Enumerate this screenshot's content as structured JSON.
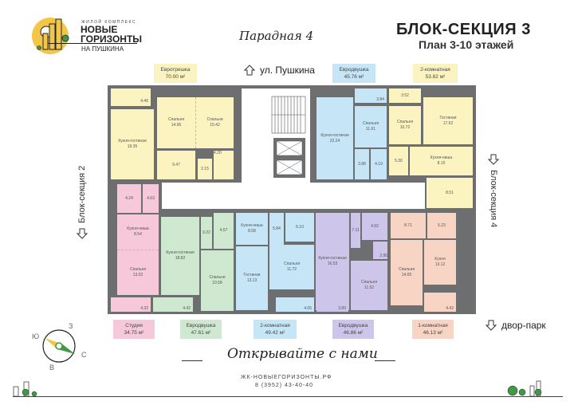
{
  "logo": {
    "small": "ЖИЛОЙ КОМПЛЕКС",
    "title_line1": "НОВЫЕ",
    "title_line2": "ГОРИЗОНТЫ",
    "subtitle": "НА ПУШКИНА"
  },
  "header": {
    "entrance": "Парадная 4",
    "block_title": "БЛОК-СЕКЦИЯ 3",
    "plan": "План 3-10 этажей"
  },
  "orientation": {
    "top_street": "ул. Пушкина",
    "bottom": "двор-парк",
    "left_section": "Блок-секция 2",
    "right_section": "Блок-секция 4"
  },
  "colors": {
    "yellow": "#fbf4c0",
    "blue": "#c6e6f7",
    "pink": "#f6c8d9",
    "green": "#cfe8d0",
    "purple": "#cdc6ea",
    "salmon": "#f8d4c4",
    "wall": "#6d6e70",
    "logo_yellow": "#f3c64a",
    "tree_green": "#3f9a43"
  },
  "apartments_top": [
    {
      "type": "Евротрешка",
      "area": "70.00 м²"
    },
    {
      "type": "Евродвушка",
      "area": "45.76 м²"
    },
    {
      "type": "2-комнатная",
      "area": "53.82 м²"
    }
  ],
  "apartments_bottom": [
    {
      "type": "Студия",
      "area": "34.75 м²"
    },
    {
      "type": "Евродвушка",
      "area": "47.61 м²"
    },
    {
      "type": "2-комнатная",
      "area": "49.42 м²"
    },
    {
      "type": "Евродвушка",
      "area": "46.86 м²"
    },
    {
      "type": "1-комнатная",
      "area": "46.13 м²"
    }
  ],
  "rooms": {
    "a1_balcony": "4.46",
    "a1_kitchen": {
      "name": "Кухня-гостиная",
      "area": "19.35"
    },
    "a1_bed1": {
      "name": "Спальня",
      "area": "14.95"
    },
    "a1_bed2": {
      "name": "Спальня",
      "area": "15.42"
    },
    "a1_hall": "9.47",
    "a1_wc": "2.15",
    "a1_bath": "4.20",
    "a2_kitchen": {
      "name": "Кухня-гостиная",
      "area": "22.24"
    },
    "a2_bed": {
      "name": "Спальня",
      "area": "11.61"
    },
    "a2_balcony": "3.84",
    "a2_hall": "3.88",
    "a2_bath": "4.19",
    "a3_balcony": "3.52",
    "a3_bed": {
      "name": "Спальня",
      "area": "10.72"
    },
    "a3_living": {
      "name": "Гостиная",
      "area": "17.62"
    },
    "a3_hall": "5.30",
    "a3_kitchen": {
      "name": "Кухня-ниша",
      "area": "8.15"
    },
    "a3_bath": "8.51",
    "s_bath": "4.24",
    "s_hall": "4.63",
    "s_kitchen": {
      "name": "Кухня-ниша",
      "area": "8.54"
    },
    "s_bed": {
      "name": "Спальня",
      "area": "13.02"
    },
    "s_balcony": "4.32",
    "g_kitchen": {
      "name": "Кухня-гостиная",
      "area": "18.82"
    },
    "g_bed": {
      "name": "Спальня",
      "area": "10.58"
    },
    "g_hall": "9.22",
    "g_bath": "4.57",
    "g_balcony": "4.42",
    "b_kitchen": {
      "name": "Кухня-ниша",
      "area": "8.58"
    },
    "b_living": {
      "name": "Гостиная",
      "area": "13.13"
    },
    "b_bed": {
      "name": "Спальня",
      "area": "11.72"
    },
    "b_hall": "5.84",
    "b_bath": "6.10",
    "b_balcony": "4.05",
    "p_kitchen": {
      "name": "Кухня-гостиная",
      "area": "16.53"
    },
    "p_bed": {
      "name": "Спальня",
      "area": "11.52"
    },
    "p_hall": "7.11",
    "p_bath": "4.92",
    "p_closet": "2.95",
    "p_balcony": "3.83",
    "o_hall": "8.71",
    "o_bath": "5.23",
    "o_bed": {
      "name": "Спальня",
      "area": "14.65"
    },
    "o_kitchen": {
      "name": "Кухня",
      "area": "13.12"
    },
    "o_balcony": "4.42"
  },
  "compass": {
    "n": "С",
    "s": "Ю",
    "w": "З",
    "e": "В"
  },
  "footer": {
    "slogan": "Открывайте с нами",
    "url": "ЖК-НОВЫЕГОРИЗОНТЫ.РФ",
    "phone": "8 (3952) 43-40-40"
  }
}
